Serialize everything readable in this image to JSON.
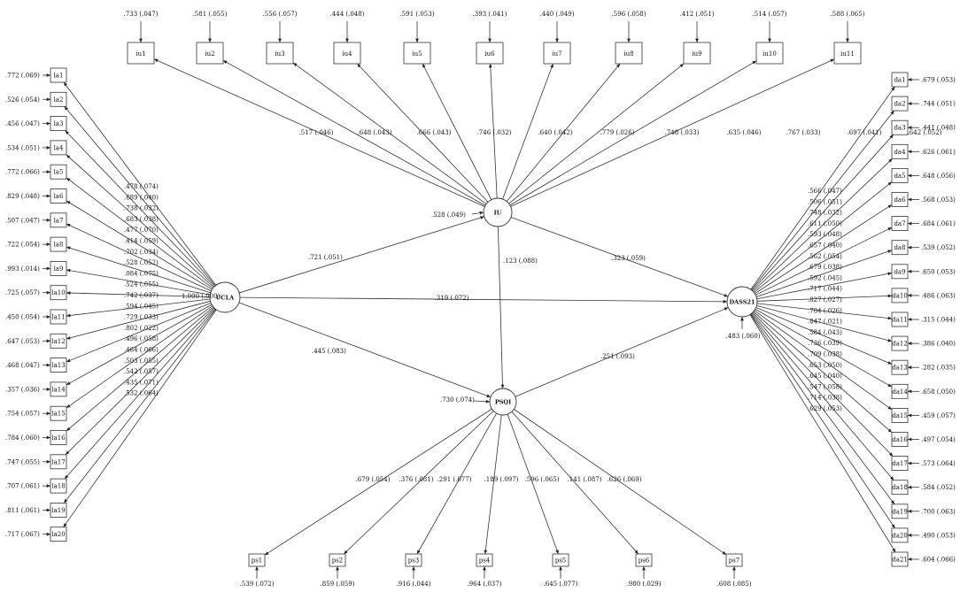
{
  "latents": [
    {
      "id": "UCLA",
      "label": "UCLA"
    },
    {
      "id": "IU",
      "label": "IU"
    },
    {
      "id": "PSQI",
      "label": "PSQI"
    },
    {
      "id": "DASS21",
      "label": "DASS21"
    }
  ],
  "structural_paths": [
    {
      "from": "UCLA",
      "to": "IU",
      "label": ".721 (.051)"
    },
    {
      "from": "UCLA",
      "to": "PSQI",
      "label": ".445 (.083)"
    },
    {
      "from": "UCLA",
      "to": "DASS21",
      "label": ".319 (.072)"
    },
    {
      "from": "IU",
      "to": "PSQI",
      "label": ".123 (.088)"
    },
    {
      "from": "IU",
      "to": "DASS21",
      "label": ".323 (.059)"
    },
    {
      "from": "PSQI",
      "to": "DASS21",
      "label": ".251 (.093)"
    }
  ],
  "latent_labels": {
    "ucla_variance": "1.000 (.000)",
    "iu_residual": ".528 (.049)",
    "psqi_residual": ".730 (.074)",
    "dass_residual": ".483 (.060)"
  },
  "iu_items": [
    {
      "label": "iu1",
      "error": ".733 (.047)",
      "loading": ".517 (.046)"
    },
    {
      "label": "iu2",
      "error": ".581 (.055)",
      "loading": ".648 (.043)"
    },
    {
      "label": "iu3",
      "error": ".556 (.057)",
      "loading": ".666 (.043)"
    },
    {
      "label": "iu4",
      "error": ".444 (.048)",
      "loading": ".746 (.032)"
    },
    {
      "label": "iu5",
      "error": ".591 (.053)",
      "loading": ".640 (.042)"
    },
    {
      "label": "iu6",
      "error": ".393 (.041)",
      "loading": ".779 (.026)"
    },
    {
      "label": "iu7",
      "error": ".440 (.049)",
      "loading": ".748 (.033)"
    },
    {
      "label": "iu8",
      "error": ".596 (.058)",
      "loading": ".635 (.046)"
    },
    {
      "label": "iu9",
      "error": ".412 (.051)",
      "loading": ".767 (.033)"
    },
    {
      "label": "iu10",
      "error": ".514 (.057)",
      "loading": ".697 (.041)"
    },
    {
      "label": "iu11",
      "error": ".588 (.065)",
      "loading": ".642 (.052)"
    }
  ],
  "la_items": [
    {
      "label": "la1",
      "error": ".772 (.069)",
      "loading": ".478 (.074)"
    },
    {
      "label": "la2",
      "error": ".526 (.054)",
      "loading": ".689 (.040)"
    },
    {
      "label": "la3",
      "error": ".456 (.047)",
      "loading": ".738 (.032)"
    },
    {
      "label": "la4",
      "error": ".534 (.051)",
      "loading": ".683 (.038)"
    },
    {
      "label": "la5",
      "error": ".772 (.066)",
      "loading": ".477 (.070)"
    },
    {
      "label": "la6",
      "error": ".829 (.048)",
      "loading": ".414 (.059)"
    },
    {
      "label": "la7",
      "error": ".507 (.047)",
      "loading": ".702 (.034)"
    },
    {
      "label": "la8",
      "error": ".722 (.054)",
      "loading": ".528 (.052)"
    },
    {
      "label": "la9",
      "error": ".993 (.014)",
      "loading": ".084 (.075)"
    },
    {
      "label": "la10",
      "error": ".725 (.057)",
      "loading": ".524 (.055)"
    },
    {
      "label": "la11",
      "error": ".450 (.054)",
      "loading": ".742 (.037)"
    },
    {
      "label": "la12",
      "error": ".647 (.053)",
      "loading": ".594 (.045)"
    },
    {
      "label": "la13",
      "error": ".468 (.047)",
      "loading": ".729 (.033)"
    },
    {
      "label": "la14",
      "error": ".357 (.036)",
      "loading": ".802 (.022)"
    },
    {
      "label": "la15",
      "error": ".754 (.057)",
      "loading": ".496 (.058)"
    },
    {
      "label": "la16",
      "error": ".784 (.060)",
      "loading": ".464 (.066)"
    },
    {
      "label": "la17",
      "error": ".747 (.055)",
      "loading": ".503 (.055)"
    },
    {
      "label": "la18",
      "error": ".707 (.061)",
      "loading": ".542 (.057)"
    },
    {
      "label": "la19",
      "error": ".811 (.061)",
      "loading": ".435 (.071)"
    },
    {
      "label": "la20",
      "error": ".717 (.067)",
      "loading": ".532 (.064)"
    }
  ],
  "da_items": [
    {
      "label": "da1",
      "error": ".679 (.053)",
      "loading": ".566 (.047)"
    },
    {
      "label": "da2",
      "error": ".744 (.051)",
      "loading": ".506 (.051)"
    },
    {
      "label": "da3",
      "error": ".441 (.048)",
      "loading": ".748 (.032)"
    },
    {
      "label": "da4",
      "error": ".626 (.061)",
      "loading": ".611 (.050)"
    },
    {
      "label": "da5",
      "error": ".648 (.056)",
      "loading": ".593 (.048)"
    },
    {
      "label": "da6",
      "error": ".568 (.053)",
      "loading": ".657 (.040)"
    },
    {
      "label": "da7",
      "error": ".684 (.061)",
      "loading": ".562 (.054)"
    },
    {
      "label": "da8",
      "error": ".539 (.052)",
      "loading": ".679 (.038)"
    },
    {
      "label": "da9",
      "error": ".650 (.053)",
      "loading": ".592 (.045)"
    },
    {
      "label": "da10",
      "error": ".486 (.063)",
      "loading": ".717 (.044)"
    },
    {
      "label": "da11",
      "error": ".315 (.044)",
      "loading": ".827 (.027)"
    },
    {
      "label": "da12",
      "error": ".386 (.040)",
      "loading": ".784 (.026)"
    },
    {
      "label": "da13",
      "error": ".282 (.035)",
      "loading": ".847 (.021)"
    },
    {
      "label": "da14",
      "error": ".658 (.050)",
      "loading": ".584 (.043)"
    },
    {
      "label": "da15",
      "error": ".459 (.057)",
      "loading": ".736 (.039)"
    },
    {
      "label": "da16",
      "error": ".497 (.054)",
      "loading": ".709 (.038)"
    },
    {
      "label": "da17",
      "error": ".573 (.064)",
      "loading": ".653 (.050)"
    },
    {
      "label": "da18",
      "error": ".584 (.052)",
      "loading": ".645 (.040)"
    },
    {
      "label": "da19",
      "error": ".700 (.063)",
      "loading": ".547 (.058)"
    },
    {
      "label": "da20",
      "error": ".490 (.053)",
      "loading": ".714 (.038)"
    },
    {
      "label": "da21",
      "error": ".604 (.066)",
      "loading": ".629 (.053)"
    }
  ],
  "ps_items": [
    {
      "label": "ps1",
      "error": ".539 (.072)",
      "loading": ".679 (.054)"
    },
    {
      "label": "ps2",
      "error": ".859 (.059)",
      "loading": ".376 (.081)"
    },
    {
      "label": "ps3",
      "error": ".916 (.044)",
      "loading": ".291 (.077)"
    },
    {
      "label": "ps4",
      "error": ".964 (.037)",
      "loading": ".189 (.097)"
    },
    {
      "label": "ps5",
      "error": ".645 (.077)",
      "loading": ".596 (.065)"
    },
    {
      "label": "ps6",
      "error": ".980 (.029)",
      "loading": ".141 (.087)"
    },
    {
      "label": "ps7",
      "error": ".608 (.085)",
      "loading": ".626 (.069)"
    }
  ]
}
